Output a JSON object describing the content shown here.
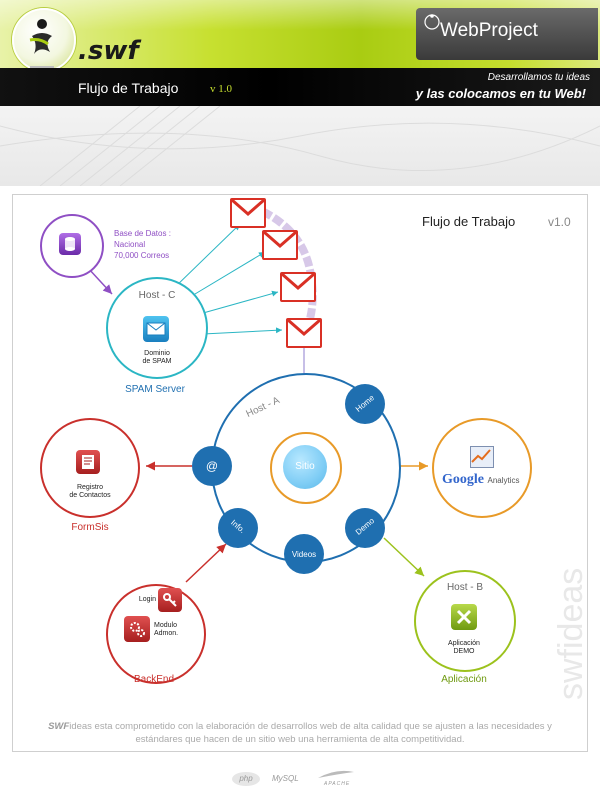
{
  "header": {
    "logo_text": ".swf",
    "brand": "WebProject",
    "title": "Flujo de Trabajo",
    "version": "v 1.0",
    "slogan_line1": "Desarrollamos tu ideas",
    "slogan_line2": "y las colocamos en tu Web!"
  },
  "diagram": {
    "title": "Flujo de Trabajo",
    "version": "v1.0",
    "database_label_1": "Base de Datos :",
    "database_label_2": "Nacional",
    "database_label_3": "70,000 Correos",
    "host_c": "Host - C",
    "spam_domain_1": "Dominio",
    "spam_domain_2": "de SPAM",
    "spam_server": "SPAM Server",
    "host_a": "Host - A",
    "sitio": "Sitio",
    "home": "Home",
    "at": "@",
    "info": "Info.",
    "videos": "Videos",
    "demo": "Demo",
    "formsis_1": "Registro",
    "formsis_2": "de Contactos",
    "formsis": "FormSis",
    "google": "Google",
    "analytics": "Analytics",
    "backend_login": "Login",
    "backend_mod_1": "Modulo",
    "backend_mod_2": "Admon.",
    "backend": "BackEnd",
    "host_b": "Host - B",
    "app_1": "Aplicación",
    "app_2": "DEMO",
    "aplicacion": "Aplicación",
    "watermark": "swfideas",
    "colors": {
      "purple": "#8f4fc4",
      "teal": "#2bb6c4",
      "blue": "#1f6fb0",
      "red": "#c9302c",
      "orange": "#e89a28",
      "green": "#9cc21d"
    }
  },
  "footer": {
    "brand_bold": "SWF",
    "text_after_brand": "ideas esta comprometido con la elaboración de desarrollos web de alta calidad que se ajusten a las necesidades y estándares que hacen de un sitio web una herramienta de alta competitividad.",
    "logos": [
      "php",
      "MySQL",
      "APACHE"
    ]
  }
}
